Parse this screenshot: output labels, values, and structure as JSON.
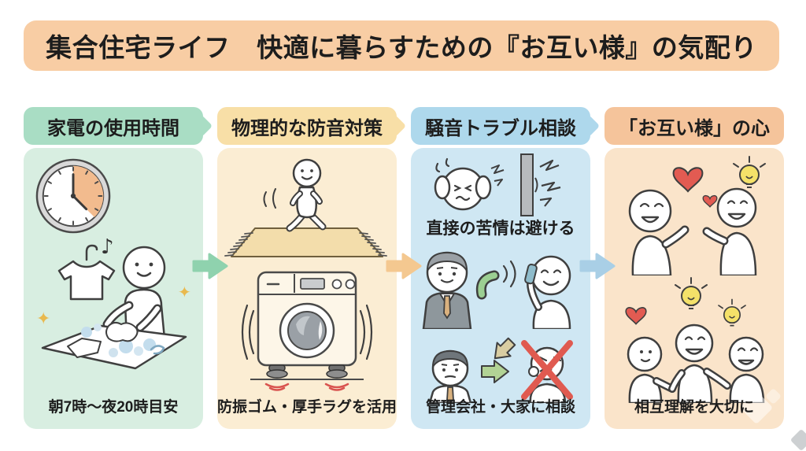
{
  "title": "集合住宅ライフ　快適に暮らすための『お互い様』の気配り",
  "panels": {
    "appliance": {
      "header": "家電の使用時間",
      "caption": "朝7時〜夜20時目安"
    },
    "soundproof": {
      "header": "物理的な防音対策",
      "caption": "防振ゴム・厚手ラグを活用"
    },
    "consult": {
      "header": "騒音トラブル相談",
      "note": "直接の苦情は避ける",
      "caption": "管理会社・大家に相談"
    },
    "mutual": {
      "header": "「お互い様」の心",
      "caption": "相互理解を大切に"
    }
  },
  "glyphs": {
    "music_note": "♪",
    "sparkle": "✦"
  },
  "colors": {
    "page_bg": "#ffffff",
    "banner_bg": "#f8cda4",
    "ink": "#1d1d1d",
    "p1_bg": "#d8eee1",
    "p1_header": "#a9ddc4",
    "p2_bg": "#fbedd3",
    "p2_header": "#f8dfa7",
    "p3_bg": "#cfe7f3",
    "p3_header": "#aed8ec",
    "p4_bg": "#fae4ca",
    "p4_header": "#f5c49b",
    "arrow_green": "#8fd2ae",
    "arrow_orange": "#f4c890",
    "arrow_blue": "#a9cfe6",
    "accent_red": "#e25b52",
    "bulb_yellow": "#f4e169",
    "clock_sector": "#f2bb8e",
    "rug_tan": "#f3ddab",
    "phone_green": "#9ccf92",
    "suit_gray": "#8e979c",
    "wall_gray": "#b7bbbe"
  }
}
